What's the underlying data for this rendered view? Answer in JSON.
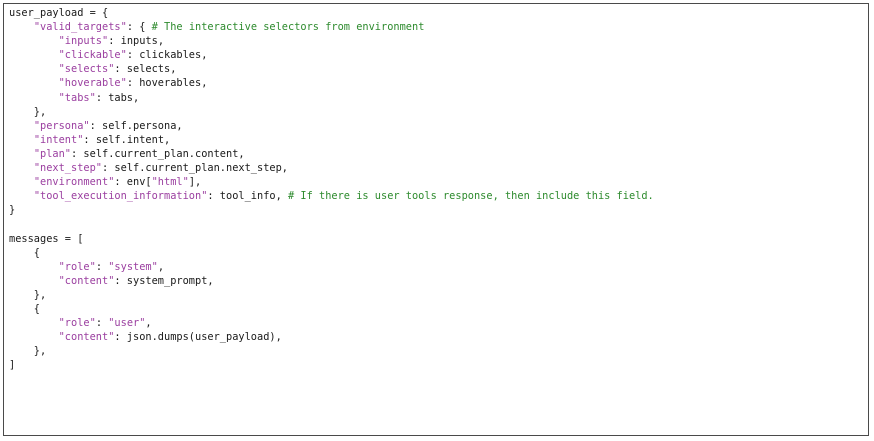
{
  "code_block": {
    "lines": [
      [
        {
          "t": "plain",
          "v": "user_payload = {"
        }
      ],
      [
        {
          "t": "plain",
          "v": "    "
        },
        {
          "t": "str",
          "v": "\"valid_targets\""
        },
        {
          "t": "plain",
          "v": ": { "
        },
        {
          "t": "com",
          "v": "# The interactive selectors from environment"
        }
      ],
      [
        {
          "t": "plain",
          "v": "        "
        },
        {
          "t": "str",
          "v": "\"inputs\""
        },
        {
          "t": "plain",
          "v": ": inputs,"
        }
      ],
      [
        {
          "t": "plain",
          "v": "        "
        },
        {
          "t": "str",
          "v": "\"clickable\""
        },
        {
          "t": "plain",
          "v": ": clickables,"
        }
      ],
      [
        {
          "t": "plain",
          "v": "        "
        },
        {
          "t": "str",
          "v": "\"selects\""
        },
        {
          "t": "plain",
          "v": ": selects,"
        }
      ],
      [
        {
          "t": "plain",
          "v": "        "
        },
        {
          "t": "str",
          "v": "\"hoverable\""
        },
        {
          "t": "plain",
          "v": ": hoverables,"
        }
      ],
      [
        {
          "t": "plain",
          "v": "        "
        },
        {
          "t": "str",
          "v": "\"tabs\""
        },
        {
          "t": "plain",
          "v": ": tabs,"
        }
      ],
      [
        {
          "t": "plain",
          "v": "    },"
        }
      ],
      [
        {
          "t": "plain",
          "v": "    "
        },
        {
          "t": "str",
          "v": "\"persona\""
        },
        {
          "t": "plain",
          "v": ": self.persona,"
        }
      ],
      [
        {
          "t": "plain",
          "v": "    "
        },
        {
          "t": "str",
          "v": "\"intent\""
        },
        {
          "t": "plain",
          "v": ": self.intent,"
        }
      ],
      [
        {
          "t": "plain",
          "v": "    "
        },
        {
          "t": "str",
          "v": "\"plan\""
        },
        {
          "t": "plain",
          "v": ": self.current_plan.content,"
        }
      ],
      [
        {
          "t": "plain",
          "v": "    "
        },
        {
          "t": "str",
          "v": "\"next_step\""
        },
        {
          "t": "plain",
          "v": ": self.current_plan.next_step,"
        }
      ],
      [
        {
          "t": "plain",
          "v": "    "
        },
        {
          "t": "str",
          "v": "\"environment\""
        },
        {
          "t": "plain",
          "v": ": env["
        },
        {
          "t": "str",
          "v": "\"html\""
        },
        {
          "t": "plain",
          "v": "],"
        }
      ],
      [
        {
          "t": "plain",
          "v": "    "
        },
        {
          "t": "str",
          "v": "\"tool_execution_information\""
        },
        {
          "t": "plain",
          "v": ": tool_info, "
        },
        {
          "t": "com",
          "v": "# If there is user tools response, then include this field."
        }
      ],
      [
        {
          "t": "plain",
          "v": "}"
        }
      ],
      [
        {
          "t": "plain",
          "v": ""
        }
      ],
      [
        {
          "t": "plain",
          "v": "messages = ["
        }
      ],
      [
        {
          "t": "plain",
          "v": "    {"
        }
      ],
      [
        {
          "t": "plain",
          "v": "        "
        },
        {
          "t": "str",
          "v": "\"role\""
        },
        {
          "t": "plain",
          "v": ": "
        },
        {
          "t": "str",
          "v": "\"system\""
        },
        {
          "t": "plain",
          "v": ","
        }
      ],
      [
        {
          "t": "plain",
          "v": "        "
        },
        {
          "t": "str",
          "v": "\"content\""
        },
        {
          "t": "plain",
          "v": ": system_prompt,"
        }
      ],
      [
        {
          "t": "plain",
          "v": "    },"
        }
      ],
      [
        {
          "t": "plain",
          "v": "    {"
        }
      ],
      [
        {
          "t": "plain",
          "v": "        "
        },
        {
          "t": "str",
          "v": "\"role\""
        },
        {
          "t": "plain",
          "v": ": "
        },
        {
          "t": "str",
          "v": "\"user\""
        },
        {
          "t": "plain",
          "v": ","
        }
      ],
      [
        {
          "t": "plain",
          "v": "        "
        },
        {
          "t": "str",
          "v": "\"content\""
        },
        {
          "t": "plain",
          "v": ": json.dumps(user_payload),"
        }
      ],
      [
        {
          "t": "plain",
          "v": "    },"
        }
      ],
      [
        {
          "t": "plain",
          "v": "]"
        }
      ]
    ]
  },
  "colors": {
    "string": "#9b3fa0",
    "comment": "#2e8b2e",
    "text": "#1a1a1a",
    "border": "#4a4a4a"
  }
}
